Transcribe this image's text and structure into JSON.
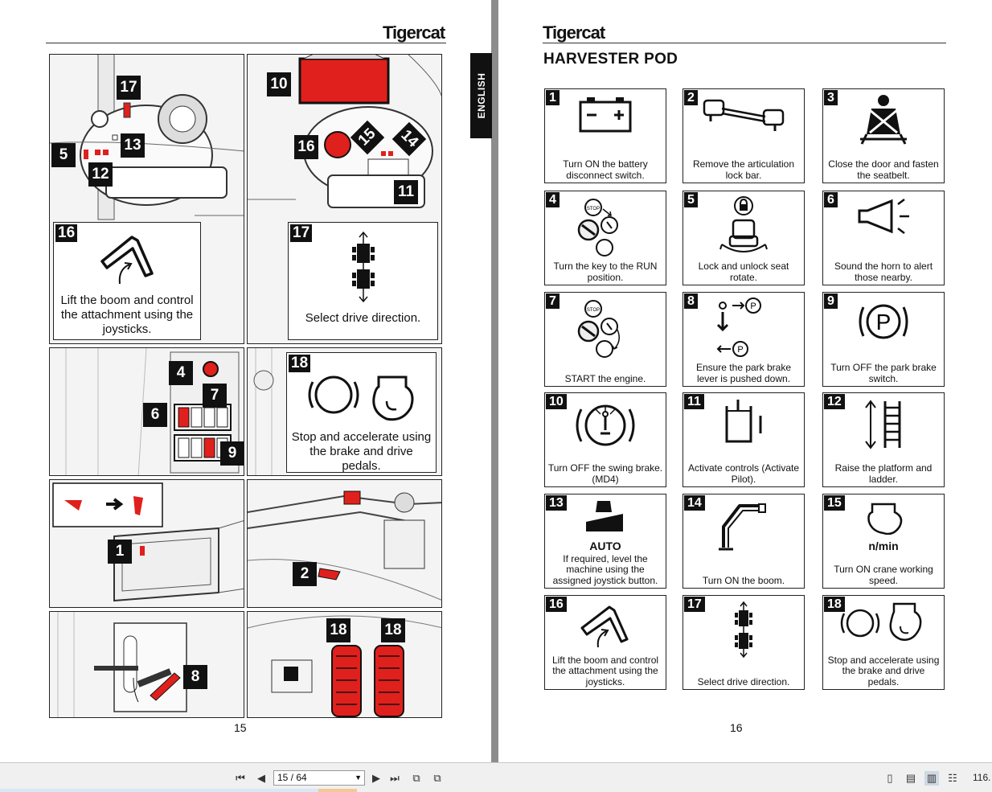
{
  "viewer": {
    "page_indicator": "15 / 64",
    "zoom_level": "116."
  },
  "left_page": {
    "brand": "Tigercat",
    "language_tab": "ENGLISH",
    "page_number": "15",
    "callouts": [
      "17",
      "5",
      "13",
      "12",
      "10",
      "16",
      "15",
      "14",
      "11",
      "4",
      "7",
      "6",
      "9",
      "1",
      "2",
      "8",
      "18",
      "18"
    ],
    "insets": {
      "inset_16": {
        "number": "16",
        "text": "Lift the boom and control the attachment using the joysticks."
      },
      "inset_17": {
        "number": "17",
        "text": "Select drive direction."
      },
      "inset_18": {
        "number": "18",
        "text": "Stop and accelerate using the brake and drive pedals."
      }
    }
  },
  "right_page": {
    "brand": "Tigercat",
    "title": "HARVESTER POD",
    "page_number": "16",
    "cards": [
      {
        "number": "1",
        "icon": "battery-icon",
        "text": "Turn ON the battery disconnect switch."
      },
      {
        "number": "2",
        "icon": "articulation-lock-bar-icon",
        "text": "Remove the articulation lock bar."
      },
      {
        "number": "3",
        "icon": "seatbelt-icon",
        "text": "Close the door and fasten the seatbelt."
      },
      {
        "number": "4",
        "icon": "key-run-icon",
        "text": "Turn the key to the RUN position."
      },
      {
        "number": "5",
        "icon": "seat-rotate-lock-icon",
        "text": "Lock and unlock seat rotate."
      },
      {
        "number": "6",
        "icon": "horn-icon",
        "text": "Sound the horn to alert those nearby."
      },
      {
        "number": "7",
        "icon": "key-start-icon",
        "text": "START the engine."
      },
      {
        "number": "8",
        "icon": "park-brake-lever-icon",
        "text": "Ensure the park brake lever is pushed down."
      },
      {
        "number": "9",
        "icon": "park-brake-icon",
        "text": "Turn OFF the park brake switch."
      },
      {
        "number": "10",
        "icon": "swing-brake-icon",
        "text": "Turn OFF the swing brake. (MD4)"
      },
      {
        "number": "11",
        "icon": "activate-pilot-icon",
        "text": "Activate controls (Activate Pilot)."
      },
      {
        "number": "12",
        "icon": "platform-ladder-icon",
        "text": "Raise the platform and ladder."
      },
      {
        "number": "13",
        "icon": "auto-level-icon",
        "text": "If required, level the machine using the assigned joystick button.",
        "label": "AUTO"
      },
      {
        "number": "14",
        "icon": "boom-icon",
        "text": "Turn ON the boom."
      },
      {
        "number": "15",
        "icon": "crane-speed-icon",
        "text": "Turn ON crane working speed.",
        "label": "n/min"
      },
      {
        "number": "16",
        "icon": "joystick-boom-icon",
        "text": "Lift the boom and control the attachment using the joysticks."
      },
      {
        "number": "17",
        "icon": "drive-direction-icon",
        "text": "Select drive direction."
      },
      {
        "number": "18",
        "icon": "brake-accelerate-icon",
        "text": "Stop and accelerate using the brake and drive pedals."
      }
    ]
  },
  "colors": {
    "accent_red": "#e0201c",
    "ink": "#111111",
    "viewer_gray": "#8c8c8c"
  }
}
